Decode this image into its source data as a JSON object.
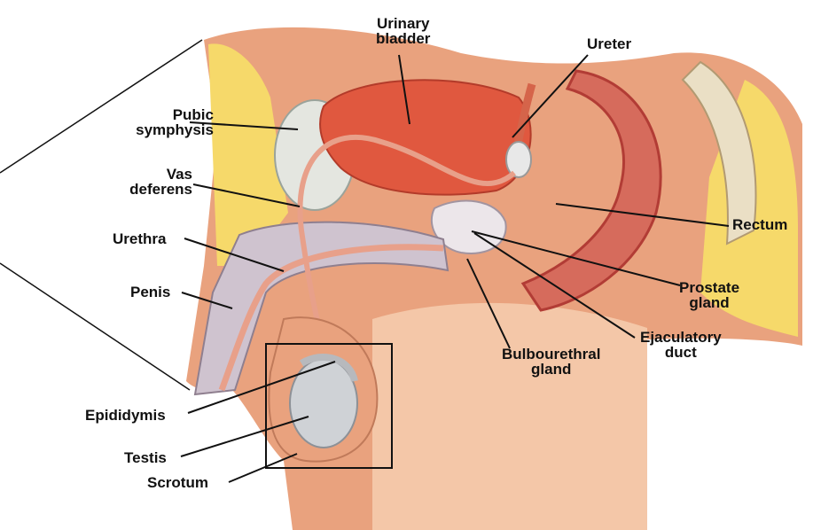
{
  "labels": {
    "urinary_bladder": [
      "Urinary",
      "bladder"
    ],
    "ureter": "Ureter",
    "pubic_symphysis": [
      "Pubic",
      "symphysis"
    ],
    "vas_deferens": [
      "Vas",
      "deferens"
    ],
    "urethra": "Urethra",
    "rectum": "Rectum",
    "penis": "Penis",
    "prostate_gland": [
      "Prostate",
      "gland"
    ],
    "ejaculatory_duct": [
      "Ejaculatory",
      "duct"
    ],
    "bulbourethral_gland": [
      "Bulbourethral",
      "gland"
    ],
    "epididymis": "Epididymis",
    "testis": "Testis",
    "scrotum": "Scrotum"
  },
  "colors": {
    "skin": "#e9a27e",
    "skin_light": "#f4c7a8",
    "fat": "#f6d96a",
    "muscle": "#c85a4e",
    "bladder": "#e0583f",
    "erectile": "#cfc3cf",
    "testis": "#cfd2d6",
    "bone": "#eadfc5",
    "leader": "#111111"
  }
}
